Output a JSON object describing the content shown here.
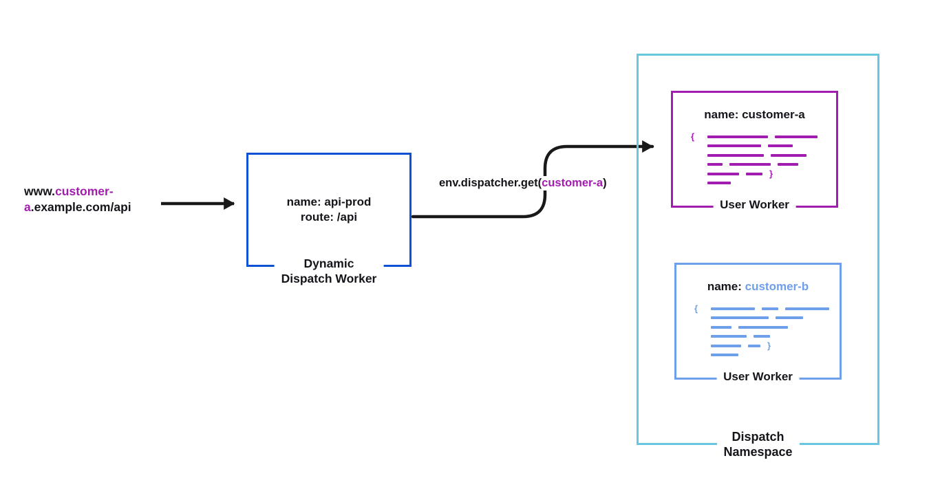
{
  "colors": {
    "purple": "#a21caf",
    "blue": "#0b51d4",
    "cyan": "#67c7e0",
    "cornflower": "#6d9fea",
    "arrow": "#191919",
    "text": "#14141a"
  },
  "request_url": {
    "www": "www.",
    "customer": "customer-",
    "a": "a",
    "rest": ".example.com/api"
  },
  "dispatch_worker": {
    "name": "name: api-prod",
    "route": "route: /api",
    "label_line1": "Dynamic",
    "label_line2": "Dispatch Worker"
  },
  "dispatcher_call": {
    "prefix": "env.dispatcher.get(",
    "arg": "customer-a",
    "suffix": ")"
  },
  "namespace": {
    "label_line1": "Dispatch",
    "label_line2": "Namespace"
  },
  "worker_a": {
    "title_prefix": "name: ",
    "title_value": "customer-a",
    "footer": "User Worker",
    "brace_open": "{",
    "brace_close": "}",
    "code_rows": [
      {
        "open": true,
        "segs": [
          88,
          62
        ]
      },
      {
        "segs": [
          78,
          36
        ]
      },
      {
        "segs": [
          82,
          52
        ]
      },
      {
        "segs": [
          22,
          60,
          30
        ]
      },
      {
        "close": true,
        "segs": [
          46,
          24
        ]
      },
      {
        "segs": [
          34
        ]
      }
    ]
  },
  "worker_b": {
    "title_prefix": "name: ",
    "title_value": "customer-b",
    "footer": "User Worker",
    "brace_open": "{",
    "brace_close": "}",
    "code_rows": [
      {
        "open": true,
        "segs": [
          64,
          24,
          64
        ]
      },
      {
        "segs": [
          84,
          40
        ]
      },
      {
        "segs": [
          30,
          72
        ]
      },
      {
        "segs": [
          52,
          24
        ]
      },
      {
        "close": true,
        "segs": [
          44,
          18
        ]
      },
      {
        "segs": [
          40
        ]
      }
    ]
  }
}
